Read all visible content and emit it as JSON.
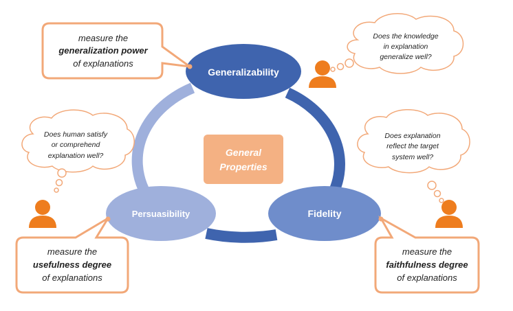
{
  "center": {
    "line1": "General",
    "line2": "Properties"
  },
  "nodes": {
    "generalizability": "Generalizability",
    "persuasibility": "Persuasibility",
    "fidelity": "Fidelity"
  },
  "callouts": {
    "top_left": {
      "line1": "measure the",
      "line2": "generalization power",
      "line3": "of explanations"
    },
    "bottom_left": {
      "line1": "measure the",
      "line2": "usefulness degree",
      "line3": "of explanations"
    },
    "bottom_right": {
      "line1": "measure the",
      "line2": "faithfulness degree",
      "line3": "of explanations"
    }
  },
  "thoughts": {
    "top_right": {
      "line1": "Does the knowledge",
      "line2": "in explanation",
      "line3": "generalize well?"
    },
    "left": {
      "line1": "Does human satisfy",
      "line2": "or comprehend",
      "line3": "explanation well?"
    },
    "right": {
      "line1": "Does explanation",
      "line2": "reflect the target",
      "line3": "system well?"
    }
  },
  "colors": {
    "dark_blue": "#3f64ae",
    "mid_blue": "#6f8dcb",
    "light_blue": "#9fb0dc",
    "orange": "#ee7d1e",
    "peach": "#f4b183",
    "peach_border": "#f2a878"
  }
}
